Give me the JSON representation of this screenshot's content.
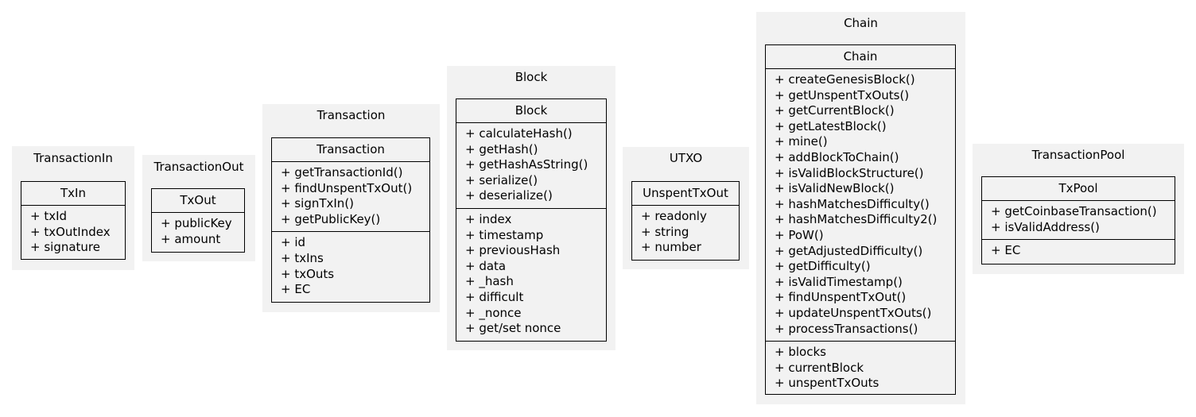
{
  "packages": [
    {
      "title": "TransactionIn",
      "class": {
        "name": "TxIn",
        "sections": [
          [
            "+ txId",
            "+ txOutIndex",
            "+ signature"
          ]
        ]
      }
    },
    {
      "title": "TransactionOut",
      "class": {
        "name": "TxOut",
        "sections": [
          [
            "+ publicKey",
            "+ amount"
          ]
        ]
      }
    },
    {
      "title": "Transaction",
      "class": {
        "name": "Transaction",
        "sections": [
          [
            "+ getTransactionId()",
            "+ findUnspentTxOut()",
            "+ signTxIn()",
            "+ getPublicKey()"
          ],
          [
            "+ id",
            "+ txIns",
            "+ txOuts",
            "+ EC"
          ]
        ]
      }
    },
    {
      "title": "Block",
      "class": {
        "name": "Block",
        "sections": [
          [
            "+ calculateHash()",
            "+ getHash()",
            "+ getHashAsString()",
            "+ serialize()",
            "+ deserialize()"
          ],
          [
            "+ index",
            "+ timestamp",
            "+ previousHash",
            "+ data",
            "+ _hash",
            "+ difficult",
            "+ _nonce",
            "+ get/set nonce"
          ]
        ]
      }
    },
    {
      "title": "UTXO",
      "class": {
        "name": "UnspentTxOut",
        "sections": [
          [
            "+ readonly",
            "+ string",
            "+ number"
          ]
        ]
      }
    },
    {
      "title": "Chain",
      "class": {
        "name": "Chain",
        "sections": [
          [
            "+ createGenesisBlock()",
            "+ getUnspentTxOuts()",
            "+ getCurrentBlock()",
            "+ getLatestBlock()",
            "+ mine()",
            "+ addBlockToChain()",
            "+ isValidBlockStructure()",
            "+ isValidNewBlock()",
            "+ hashMatchesDifficulty()",
            "+ hashMatchesDifficulty2()",
            "+ PoW()",
            "+ getAdjustedDifficulty()",
            "+ getDifficulty()",
            "+ isValidTimestamp()",
            "+ findUnspentTxOut()",
            "+ updateUnspentTxOuts()",
            "+ processTransactions()"
          ],
          [
            "+ blocks",
            "+ currentBlock",
            "+ unspentTxOuts"
          ]
        ]
      }
    },
    {
      "title": "TransactionPool",
      "class": {
        "name": "TxPool",
        "sections": [
          [
            "+ getCoinbaseTransaction()",
            "+ isValidAddress()"
          ],
          [
            "+ EC"
          ]
        ]
      }
    }
  ]
}
